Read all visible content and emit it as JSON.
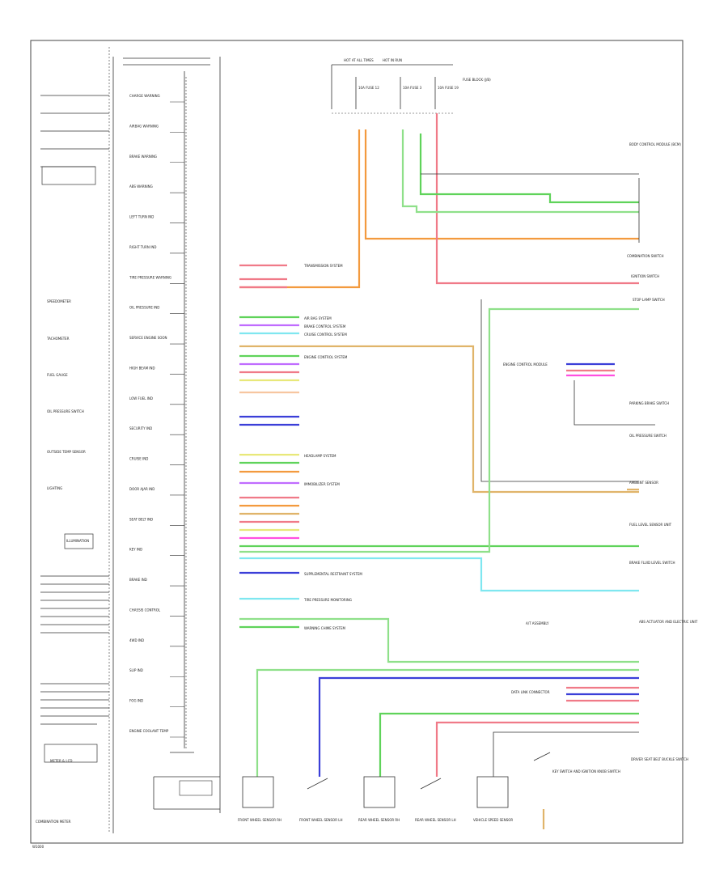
{
  "diagram": {
    "footer_left": "COMBINATION METER",
    "footer_code": "W1000",
    "left_labels": [
      "SPEEDOMETER",
      "TACHOMETER",
      "FUEL GAUGE",
      "OIL PRESSURE SWITCH",
      "OUTSIDE TEMP SENSOR",
      "LIGHTING",
      "ILLUMINATION",
      "METER & LCD"
    ],
    "indicator_labels": [
      "CHARGE WARNING",
      "AIRBAG WARNING",
      "BRAKE WARNING",
      "ABS WARNING",
      "LEFT TURN IND",
      "RIGHT TURN IND",
      "TIRE PRESSURE WARNING",
      "OIL PRESSURE IND",
      "SERVICE ENGINE SOON",
      "HIGH BEAM IND",
      "LOW FUEL IND",
      "SECURITY IND",
      "CRUISE IND",
      "DOOR AJAR IND",
      "SEAT BELT IND",
      "KEY IND",
      "BRAKE IND",
      "CHASSIS CONTROL",
      "4WD IND",
      "SLIP IND",
      "FOG IND",
      "ENGINE COOLANT TEMP"
    ],
    "top_labels": [
      "HOT AT ALL TIMES",
      "HOT IN RUN",
      "10A FUSE 12",
      "10A FUSE 3",
      "10A FUSE 19",
      "FUSE BLOCK (J/B)"
    ],
    "right_labels": [
      "BODY CONTROL MODULE (BCM)",
      "COMBINATION SWITCH",
      "IGNITION SWITCH",
      "STOP LAMP SWITCH",
      "ENGINE CONTROL MODULE",
      "PARKING BRAKE SWITCH",
      "FUEL LEVEL SENSOR UNIT",
      "OIL PRESSURE SWITCH",
      "BRAKE FLUID LEVEL SWITCH",
      "A/T ASSEMBLY",
      "DATA LINK CONNECTOR",
      "ABS ACTUATOR AND ELECTRIC UNIT",
      "DRIVER SEAT BELT BUCKLE SWITCH",
      "AMBIENT SENSOR"
    ],
    "bottom_labels": [
      "FRONT WHEEL SENSOR RH",
      "FRONT WHEEL SENSOR LH",
      "REAR WHEEL SENSOR RH",
      "REAR WHEEL SENSOR LH",
      "VEHICLE SPEED SENSOR",
      "KEY SWITCH AND IGNITION KNOB SWITCH"
    ],
    "center_labels": [
      "TRANSMISSION SYSTEM",
      "AIR BAG SYSTEM",
      "BRAKE CONTROL SYSTEM",
      "CRUISE CONTROL SYSTEM",
      "ENGINE CONTROL SYSTEM",
      "HEADLAMP SYSTEM",
      "IMMOBILIZER SYSTEM",
      "SUPPLEMENTAL RESTRAINT SYSTEM",
      "TIRE PRESSURE MONITORING",
      "WARNING CHIME SYSTEM"
    ],
    "wire_colors": {
      "orange": "#f39a3e",
      "pink": "#f07a88",
      "green": "#5fd35a",
      "light_green": "#8fe08a",
      "blue": "#3b3fd8",
      "violet": "#c06cff",
      "yellow": "#e8e87a",
      "tan": "#e0b46a",
      "cyan": "#7fe7f0",
      "magenta": "#ff4fe0",
      "red": "#ff5060",
      "gray": "#9a9a9a",
      "peach": "#f7c6a0"
    }
  }
}
